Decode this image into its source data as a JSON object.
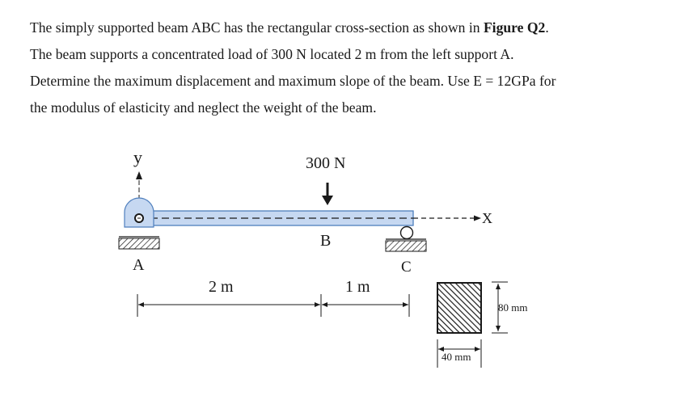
{
  "question": {
    "line1_pre": "The simply supported beam ABC has the rectangular cross-section as shown in ",
    "figure_ref": "Figure Q2",
    "line1_post": ".",
    "line2": "The beam supports a concentrated load of 300 N located 2 m from the left support A.",
    "line3": "Determine the maximum displacement and maximum slope of the beam. Use E = 12GPa for",
    "line4": "the modulus of elasticity and neglect the weight of the beam."
  },
  "figure": {
    "y_axis_label": "y",
    "x_axis_label": "X",
    "load_label": "300 N",
    "point_a": "A",
    "point_b": "B",
    "point_c": "C",
    "span_ab": "2 m",
    "span_bc": "1 m",
    "section_height": "80 mm",
    "section_width": "40 mm"
  }
}
